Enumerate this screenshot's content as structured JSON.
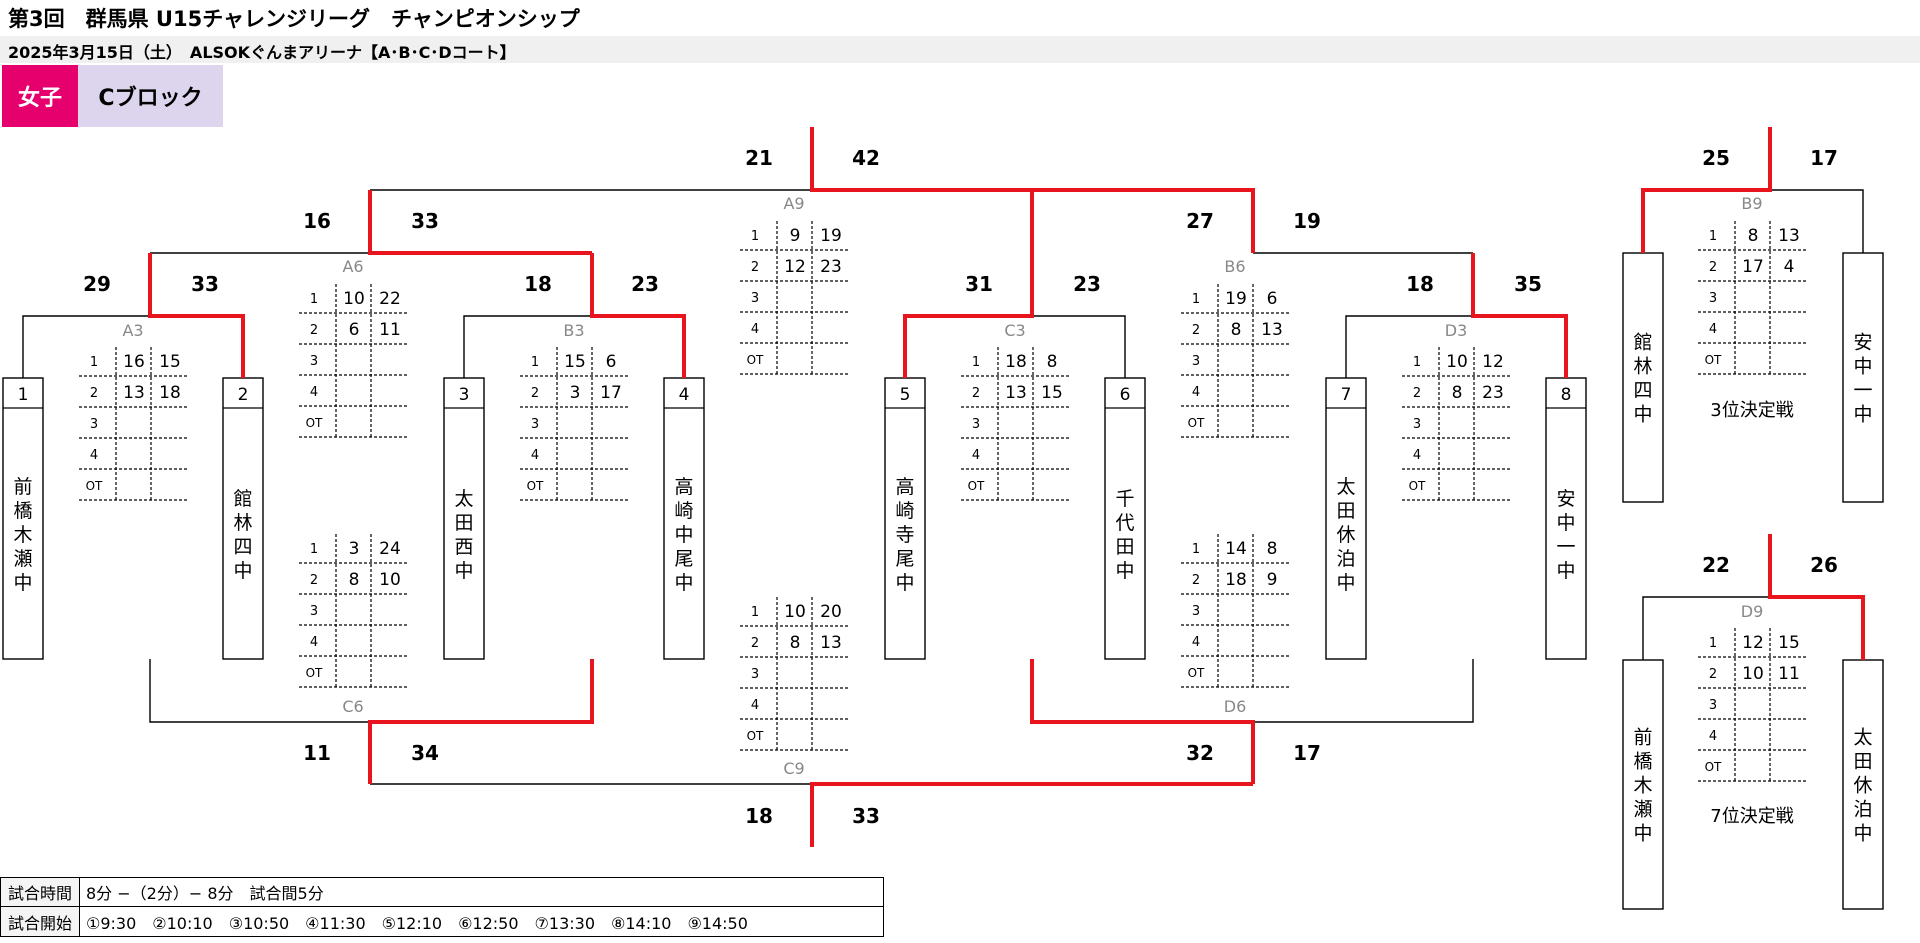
{
  "header": {
    "title": "第3回　群馬県 U15チャレンジリーグ　チャンピオンシップ",
    "subtitle": "2025年3月15日（土）　ALSOKぐんまアリーナ【A･B･C･Dコート】",
    "category": "女子",
    "block": "Cブロック"
  },
  "teams": [
    {
      "no": "1",
      "name": "前橋木瀬中"
    },
    {
      "no": "2",
      "name": "館林四中"
    },
    {
      "no": "3",
      "name": "太田西中"
    },
    {
      "no": "4",
      "name": "高崎中尾中"
    },
    {
      "no": "5",
      "name": "高崎寺尾中"
    },
    {
      "no": "6",
      "name": "千代田中"
    },
    {
      "no": "7",
      "name": "太田休泊中"
    },
    {
      "no": "8",
      "name": "安中一中"
    }
  ],
  "classification": {
    "third": {
      "label": "3位決定戦",
      "left": "館林四中",
      "right": "安中一中"
    },
    "seventh": {
      "label": "7位決定戦",
      "left": "前橋木瀬中",
      "right": "太田休泊中"
    }
  },
  "games": [
    {
      "id": "A3",
      "left": "29",
      "right": "33",
      "q": [
        [
          "16",
          "15"
        ],
        [
          "13",
          "18"
        ],
        [
          "",
          ""
        ],
        [
          "",
          ""
        ],
        [
          "",
          ""
        ]
      ]
    },
    {
      "id": "B3",
      "left": "18",
      "right": "23",
      "q": [
        [
          "15",
          "6"
        ],
        [
          "3",
          "17"
        ],
        [
          "",
          ""
        ],
        [
          "",
          ""
        ],
        [
          "",
          ""
        ]
      ]
    },
    {
      "id": "C3",
      "left": "31",
      "right": "23",
      "q": [
        [
          "18",
          "8"
        ],
        [
          "13",
          "15"
        ],
        [
          "",
          ""
        ],
        [
          "",
          ""
        ],
        [
          "",
          ""
        ]
      ]
    },
    {
      "id": "D3",
      "left": "18",
      "right": "35",
      "q": [
        [
          "10",
          "12"
        ],
        [
          "8",
          "23"
        ],
        [
          "",
          ""
        ],
        [
          "",
          ""
        ],
        [
          "",
          ""
        ]
      ]
    },
    {
      "id": "A6",
      "left": "16",
      "right": "33",
      "q": [
        [
          "10",
          "22"
        ],
        [
          "6",
          "11"
        ],
        [
          "",
          ""
        ],
        [
          "",
          ""
        ],
        [
          "",
          ""
        ]
      ]
    },
    {
      "id": "B6",
      "left": "27",
      "right": "19",
      "q": [
        [
          "19",
          "6"
        ],
        [
          "8",
          "13"
        ],
        [
          "",
          ""
        ],
        [
          "",
          ""
        ],
        [
          "",
          ""
        ]
      ]
    },
    {
      "id": "C6",
      "left": "11",
      "right": "34",
      "q": [
        [
          "3",
          "24"
        ],
        [
          "8",
          "10"
        ],
        [
          "",
          ""
        ],
        [
          "",
          ""
        ],
        [
          "",
          ""
        ]
      ]
    },
    {
      "id": "D6",
      "left": "32",
      "right": "17",
      "q": [
        [
          "14",
          "8"
        ],
        [
          "18",
          "9"
        ],
        [
          "",
          ""
        ],
        [
          "",
          ""
        ],
        [
          "",
          ""
        ]
      ]
    },
    {
      "id": "A9",
      "left": "21",
      "right": "42",
      "q": [
        [
          "9",
          "19"
        ],
        [
          "12",
          "23"
        ],
        [
          "",
          ""
        ],
        [
          "",
          ""
        ],
        [
          "",
          ""
        ]
      ]
    },
    {
      "id": "C9",
      "left": "18",
      "right": "33",
      "q": [
        [
          "10",
          "20"
        ],
        [
          "8",
          "13"
        ],
        [
          "",
          ""
        ],
        [
          "",
          ""
        ],
        [
          "",
          ""
        ]
      ]
    },
    {
      "id": "B9",
      "left": "25",
      "right": "17",
      "q": [
        [
          "8",
          "13"
        ],
        [
          "17",
          "4"
        ],
        [
          "",
          ""
        ],
        [
          "",
          ""
        ],
        [
          "",
          ""
        ]
      ]
    },
    {
      "id": "D9",
      "left": "22",
      "right": "26",
      "q": [
        [
          "12",
          "15"
        ],
        [
          "10",
          "11"
        ],
        [
          "",
          ""
        ],
        [
          "",
          ""
        ],
        [
          "",
          ""
        ]
      ]
    }
  ],
  "period_labels": [
    "1",
    "2",
    "3",
    "4",
    "OT"
  ],
  "footer": {
    "time_label": "試合時間",
    "time_value": "8分 −（2分）− 8分　試合間5分",
    "start_label": "試合開始",
    "start_value": "①9:30　②10:10　③10:50　④11:30　⑤12:10　⑥12:50　⑦13:30　⑧14:10　⑨14:50"
  },
  "colors": {
    "winner_line": "#e8141e",
    "category_bg": "#e6006e",
    "block_bg": "#ddd5ee",
    "game_id": "#888888"
  }
}
